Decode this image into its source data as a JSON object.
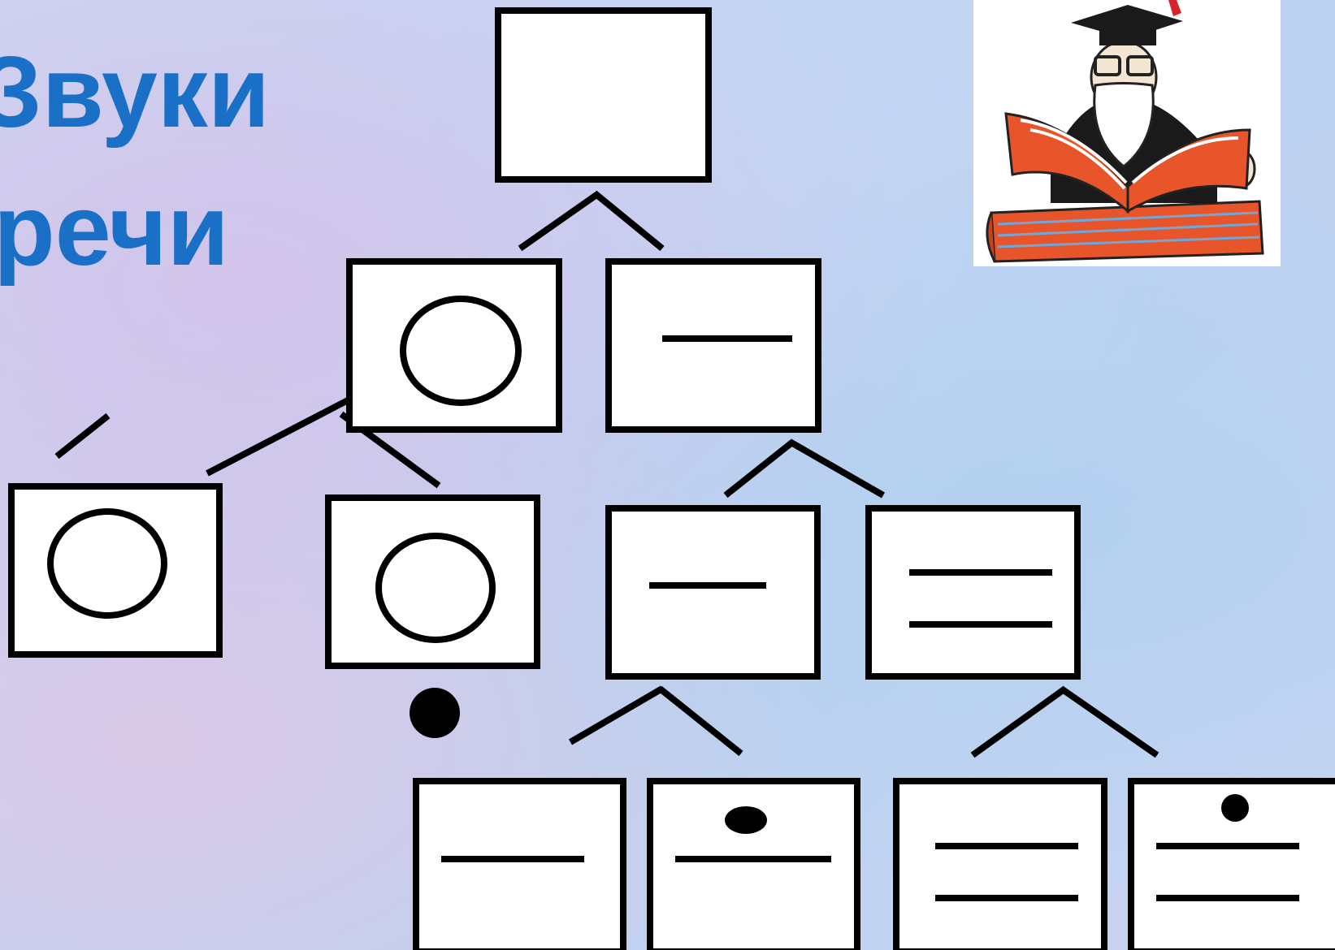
{
  "slide": {
    "title_line_1": "Звуки",
    "title_line_2": "речи"
  },
  "diagram": {
    "nodes": [
      {
        "id": "root",
        "symbol": "empty"
      },
      {
        "id": "vowel",
        "symbol": "circle"
      },
      {
        "id": "consonant",
        "symbol": "single-line"
      },
      {
        "id": "vowel-unstressed",
        "symbol": "circle"
      },
      {
        "id": "vowel-stressed",
        "symbol": "circle",
        "marker": "dot-below"
      },
      {
        "id": "consonant-hard",
        "symbol": "single-line"
      },
      {
        "id": "consonant-soft",
        "symbol": "double-line"
      },
      {
        "id": "hard-unpaired",
        "symbol": "single-line"
      },
      {
        "id": "hard-paired",
        "symbol": "single-line",
        "marker": "dot-above"
      },
      {
        "id": "soft-unpaired",
        "symbol": "double-line"
      },
      {
        "id": "soft-paired",
        "symbol": "double-line",
        "marker": "dot-above"
      }
    ],
    "stroke_color": "#000000",
    "box_fill": "#ffffff"
  },
  "mascot": {
    "icon": "professor-reading-book-icon",
    "colors": {
      "book": "#e8552a",
      "gown": "#1a1a1a",
      "beard": "#ffffff",
      "tassel": "#d8232a"
    }
  }
}
